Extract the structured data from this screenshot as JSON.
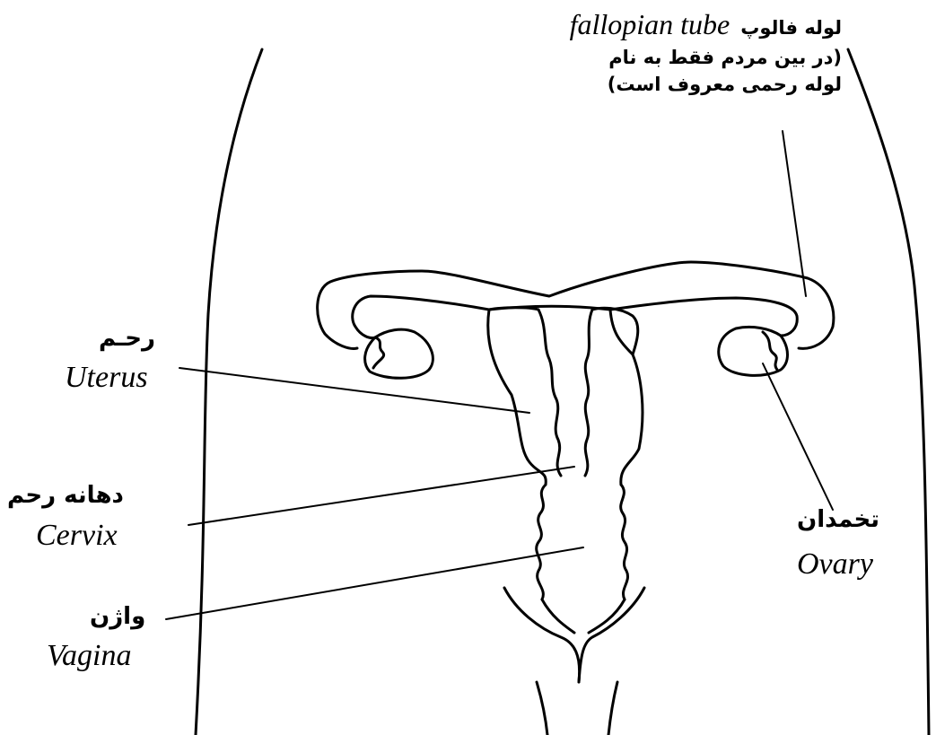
{
  "labels": {
    "fallopian": {
      "fa": "لوله فالوپ",
      "en": "fallopian tube",
      "note_line1": "(در بین مردم فقط  به نام",
      "note_line2": "لوله رحمی معروف است)"
    },
    "uterus": {
      "fa": "رحـم",
      "en": "Uterus"
    },
    "cervix": {
      "fa": "دهانه رحم",
      "en": "Cervix"
    },
    "vagina": {
      "fa": "واژن",
      "en": "Vagina"
    },
    "ovary": {
      "fa": "تخمدان",
      "en": "Ovary"
    }
  },
  "colors": {
    "stroke": "#000000",
    "background": "#ffffff"
  }
}
